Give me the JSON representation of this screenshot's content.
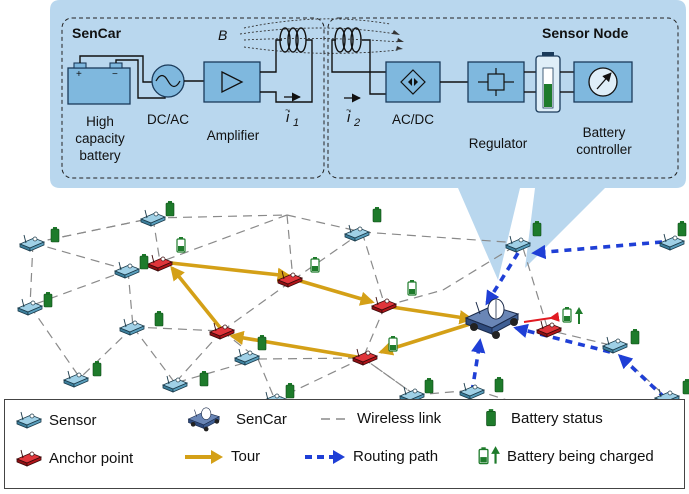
{
  "diagram": {
    "sencar_box": {
      "title": "SenCar",
      "battery_label": [
        "High",
        "capacity",
        "battery"
      ],
      "dcac_label": "DC/AC",
      "amplifier_label": "Amplifier",
      "current_label": "i",
      "current_sub": "1",
      "field_label": "B"
    },
    "sensor_box": {
      "title": "Sensor Node",
      "current_label": "i",
      "current_sub": "2",
      "acdc_label": "AC/DC",
      "regulator_label": "Regulator",
      "controller_label": [
        "Battery",
        "controller"
      ]
    }
  },
  "legend": {
    "sensor": "Sensor",
    "sencar": "SenCar",
    "wireless_link": "Wireless link",
    "battery_status": "Battery status",
    "anchor_point": "Anchor point",
    "tour": "Tour",
    "routing_path": "Routing path",
    "battery_charging": "Battery being charged"
  },
  "colors": {
    "callout": "#b9d7ee",
    "tour": "#d4a017",
    "routing": "#1f3fd6",
    "battery": "#1e7b2b",
    "sensor": "#6fb3cf",
    "anchor": "#c8161d",
    "link": "#8a8a8a",
    "charge_arrow": "#e11b22"
  },
  "icons": [
    "sensor-icon",
    "anchor-icon",
    "sencar-icon",
    "battery-icon",
    "sine-icon",
    "amplifier-icon",
    "coil-icon",
    "rectifier-icon",
    "regulator-icon",
    "meter-icon"
  ]
}
